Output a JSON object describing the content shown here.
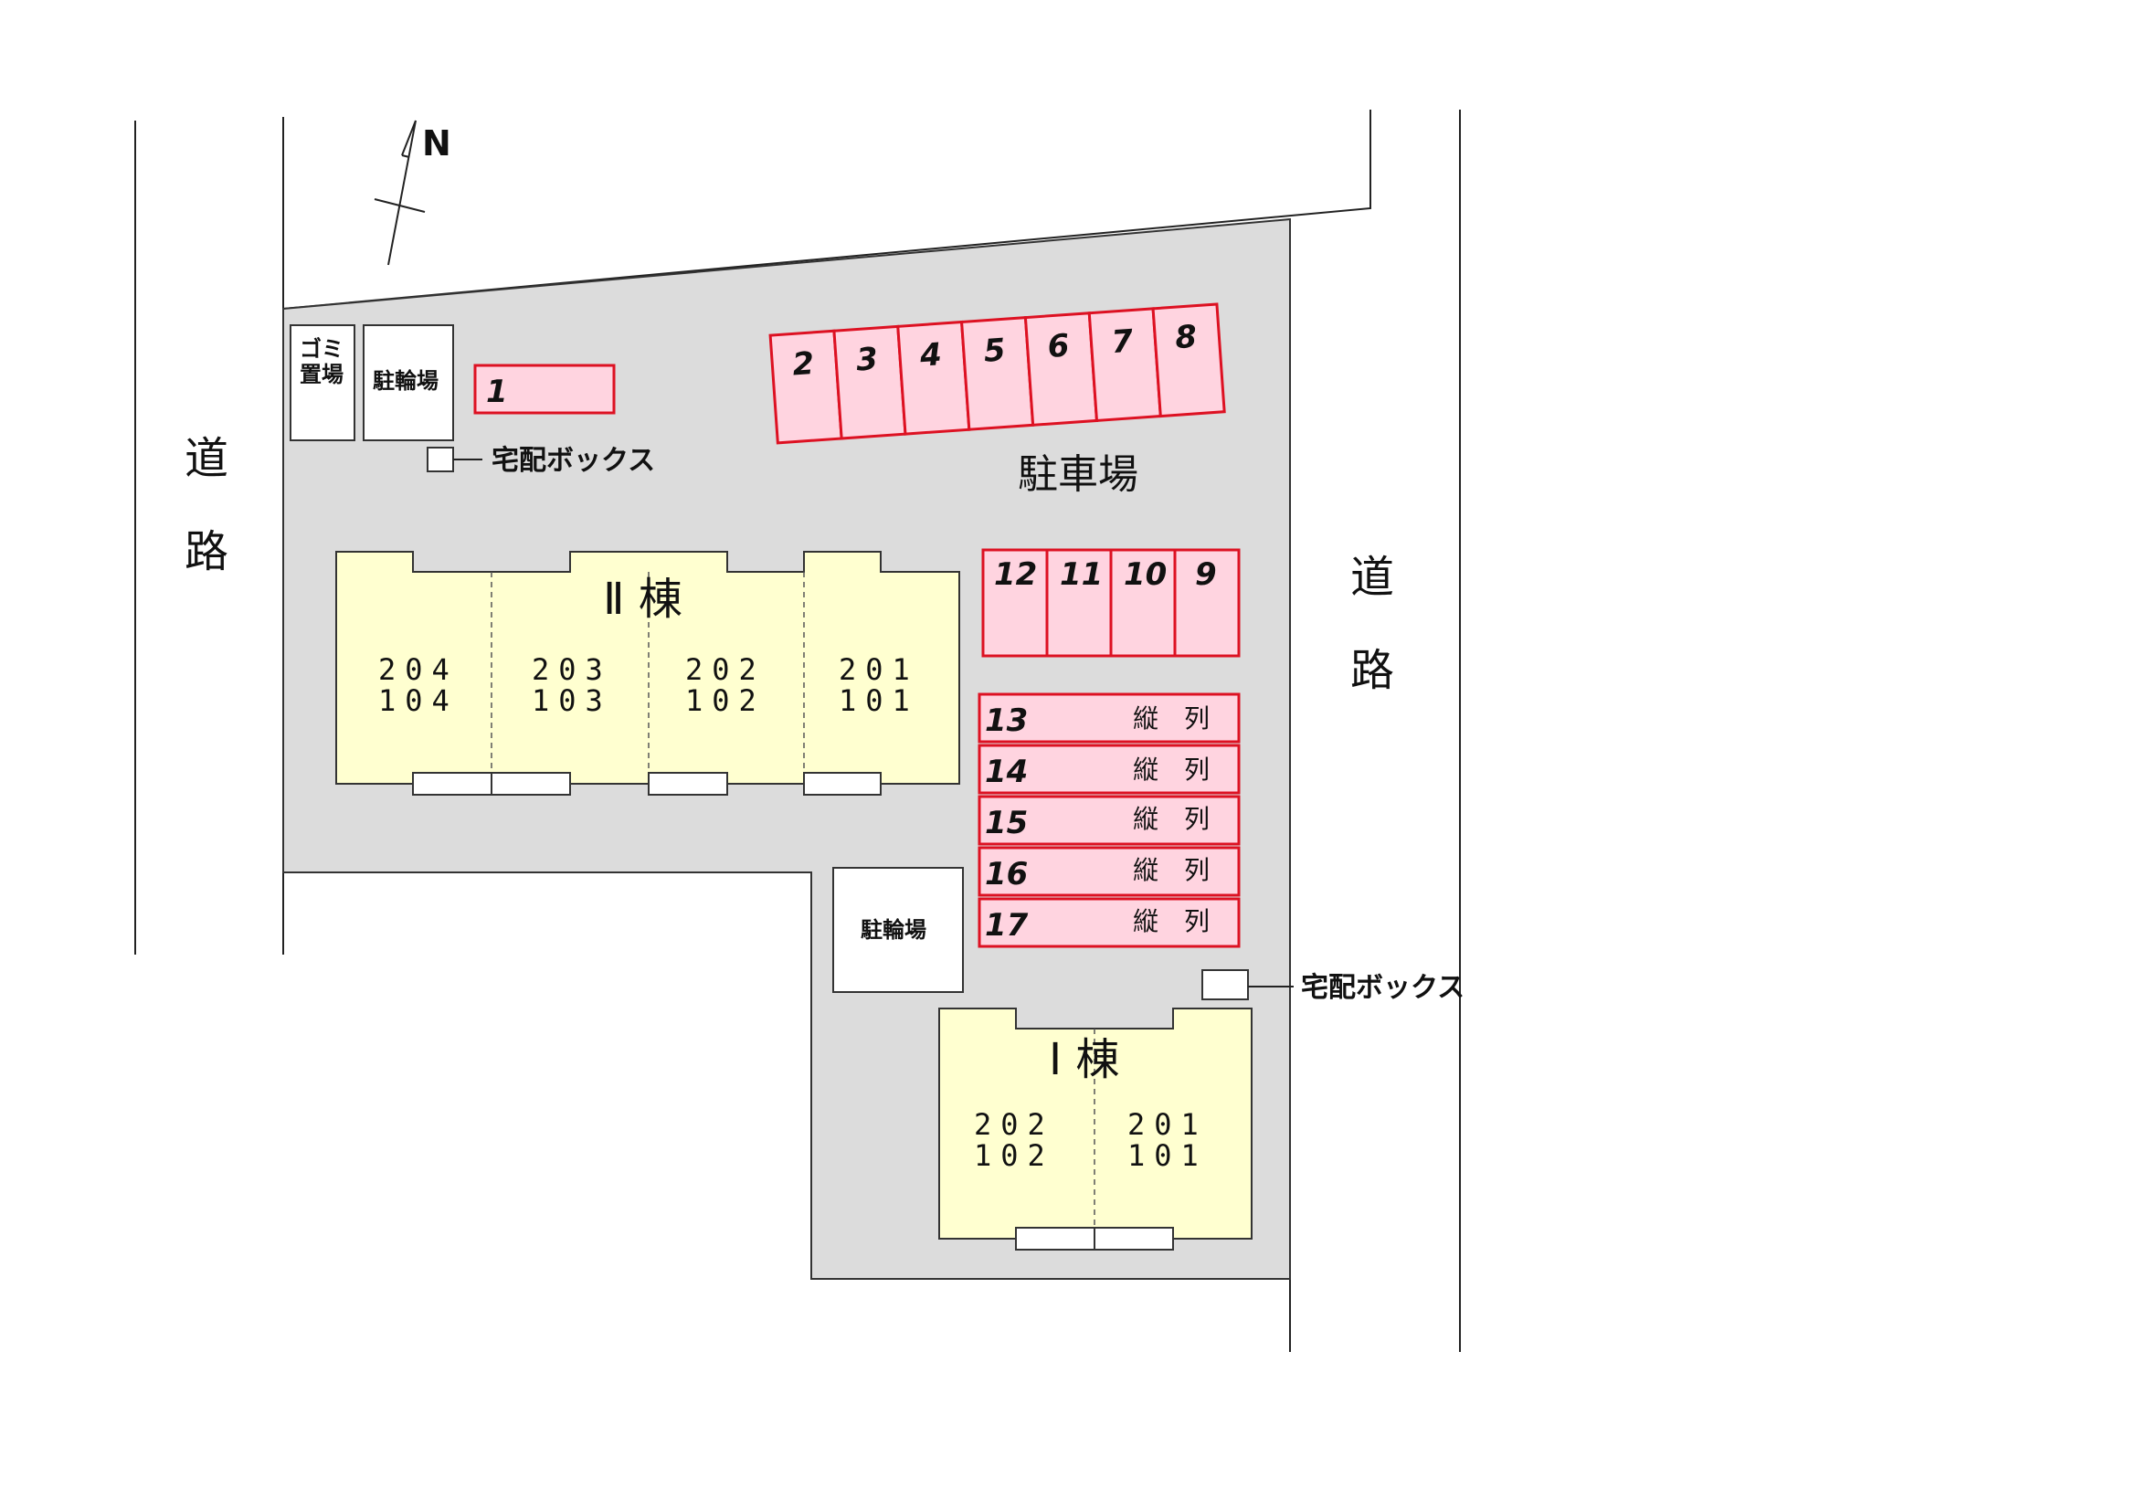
{
  "map": {
    "north": "N",
    "roads": {
      "west": [
        "道",
        "路"
      ],
      "east": [
        "道",
        "路"
      ]
    },
    "parking_lot_label": "駐車場",
    "trash_label": [
      "ゴミ",
      "置場"
    ],
    "bike_parking_label": "駐輪場",
    "delivery_box_label": "宅配ボックス",
    "building_ii": {
      "label": "Ⅱ 棟",
      "units": [
        {
          "upper": "204",
          "lower": "104"
        },
        {
          "upper": "203",
          "lower": "103"
        },
        {
          "upper": "202",
          "lower": "102"
        },
        {
          "upper": "201",
          "lower": "101"
        }
      ]
    },
    "building_i": {
      "label": "Ⅰ 棟",
      "units": [
        {
          "upper": "202",
          "lower": "102"
        },
        {
          "upper": "201",
          "lower": "101"
        }
      ]
    },
    "parking": {
      "single": "1",
      "top_row": [
        "2",
        "3",
        "4",
        "5",
        "6",
        "7",
        "8"
      ],
      "mid_row": [
        "12",
        "11",
        "10",
        "9"
      ],
      "tandem": [
        {
          "num": "13",
          "note": "縦　列"
        },
        {
          "num": "14",
          "note": "縦　列"
        },
        {
          "num": "15",
          "note": "縦　列"
        },
        {
          "num": "16",
          "note": "縦　列"
        },
        {
          "num": "17",
          "note": "縦　列"
        }
      ]
    }
  }
}
